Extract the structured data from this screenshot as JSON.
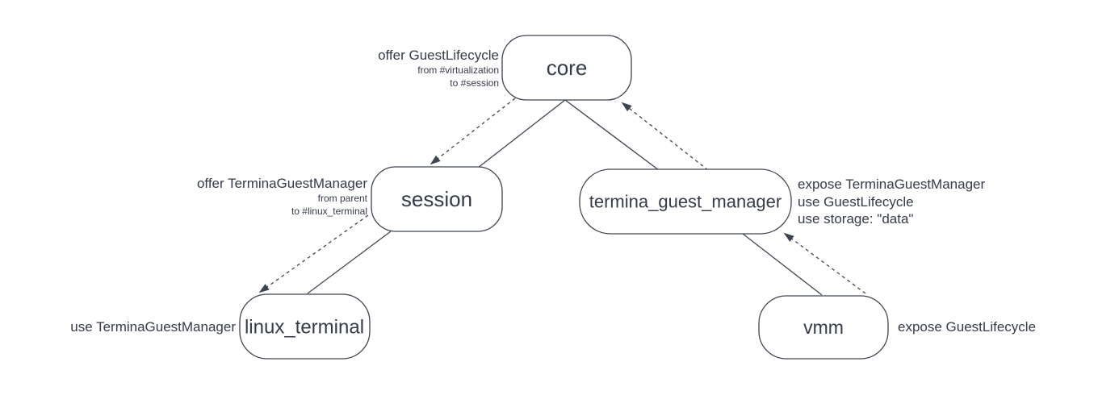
{
  "diagram": {
    "type": "component-topology-diagram",
    "background_color": "#ffffff",
    "stroke_color": "#3e4552",
    "text_color": "#343b49",
    "nodes": [
      {
        "id": "core",
        "label": "core"
      },
      {
        "id": "session",
        "label": "session"
      },
      {
        "id": "termina_guest_manager",
        "label": "termina_guest_manager"
      },
      {
        "id": "linux_terminal",
        "label": "linux_terminal"
      },
      {
        "id": "vmm",
        "label": "vmm"
      }
    ],
    "edges": [
      {
        "from": "core",
        "to": "session",
        "style": "solid",
        "arrow": false,
        "meaning": "parent-child"
      },
      {
        "from": "core",
        "to": "termina_guest_manager",
        "style": "solid",
        "arrow": false,
        "meaning": "parent-child"
      },
      {
        "from": "session",
        "to": "linux_terminal",
        "style": "solid",
        "arrow": false,
        "meaning": "parent-child"
      },
      {
        "from": "termina_guest_manager",
        "to": "vmm",
        "style": "solid",
        "arrow": false,
        "meaning": "parent-child"
      },
      {
        "from": "core",
        "to": "session",
        "style": "dashed",
        "arrow": true,
        "meaning": "capability-route"
      },
      {
        "from": "termina_guest_manager",
        "to": "core",
        "style": "dashed",
        "arrow": true,
        "meaning": "capability-route"
      },
      {
        "from": "session",
        "to": "linux_terminal",
        "style": "dashed",
        "arrow": true,
        "meaning": "capability-route"
      },
      {
        "from": "vmm",
        "to": "termina_guest_manager",
        "style": "dashed",
        "arrow": true,
        "meaning": "capability-route"
      }
    ],
    "annotations": {
      "core": {
        "side": "left",
        "lines": [
          "offer GuestLifecycle",
          "from #virtualization",
          "to #session"
        ]
      },
      "session": {
        "side": "left",
        "lines": [
          "offer TerminaGuestManager",
          "from parent",
          "to #linux_terminal"
        ]
      },
      "termina_guest_manager": {
        "side": "right",
        "lines": [
          "expose TerminaGuestManager",
          "use GuestLifecycle",
          "use storage: \"data\""
        ]
      },
      "linux_terminal": {
        "side": "left",
        "lines": [
          "use TerminaGuestManager"
        ]
      },
      "vmm": {
        "side": "right",
        "lines": [
          "expose GuestLifecycle"
        ]
      }
    }
  }
}
